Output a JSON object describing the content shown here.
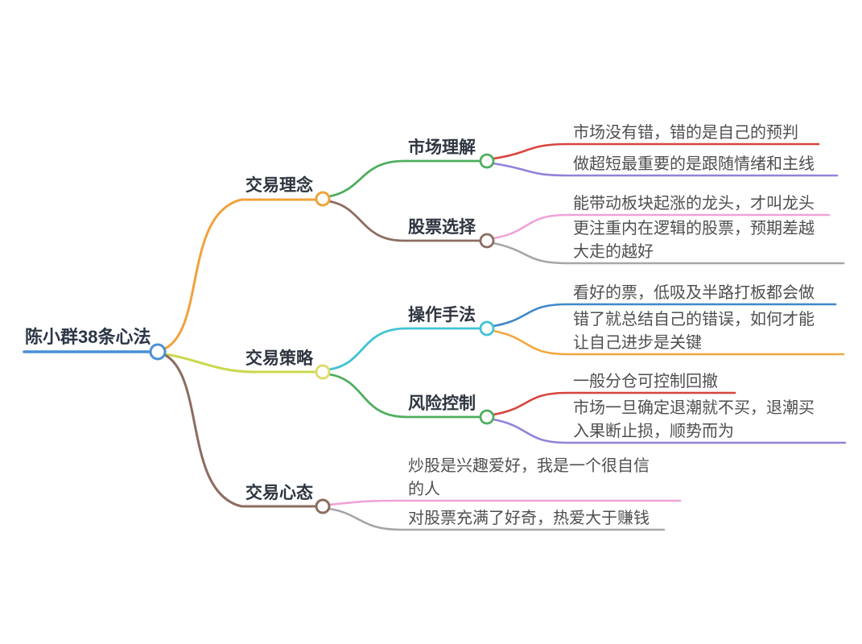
{
  "root": {
    "label": "陈小群38条心法"
  },
  "branches": [
    {
      "label": "交易理念",
      "children": [
        {
          "label": "市场理解",
          "leaves": [
            {
              "text": "市场没有错，错的是自己的预判"
            },
            {
              "text": "做超短最重要的是跟随情绪和主线"
            }
          ]
        },
        {
          "label": "股票选择",
          "leaves": [
            {
              "text": "能带动板块起涨的龙头，才叫龙头"
            },
            {
              "text": "更注重内在逻辑的股票，预期差越\n大走的越好"
            }
          ]
        }
      ]
    },
    {
      "label": "交易策略",
      "children": [
        {
          "label": "操作手法",
          "leaves": [
            {
              "text": "看好的票，低吸及半路打板都会做"
            },
            {
              "text": "错了就总结自己的错误，如何才能\n让自己进步是关键"
            }
          ]
        },
        {
          "label": "风险控制",
          "leaves": [
            {
              "text": "一般分仓可控制回撤"
            },
            {
              "text": "市场一旦确定退潮就不买，退潮买\n入果断止损，顺势而为"
            }
          ]
        }
      ]
    },
    {
      "label": "交易心态",
      "leaves": [
        {
          "text": "炒股是兴趣爱好，我是一个很自信\n的人"
        },
        {
          "text": "对股票充满了好奇，热爱大于赚钱"
        }
      ]
    }
  ],
  "colors": {
    "root_blue": "#4a8fd4",
    "orange": "#f0a23c",
    "olive": "#c9d84e",
    "yellow": "#dedc6e",
    "brown": "#8d6c60",
    "green": "#4fae5f",
    "cyan": "#41c3d4",
    "red": "#d8453e",
    "purple": "#9381d8",
    "pink": "#efa3d8",
    "gray": "#a7a7aa",
    "leaf_blue": "#3f87c9",
    "leaf_orange": "#f3a73e",
    "node_fill": "#ffffff"
  }
}
